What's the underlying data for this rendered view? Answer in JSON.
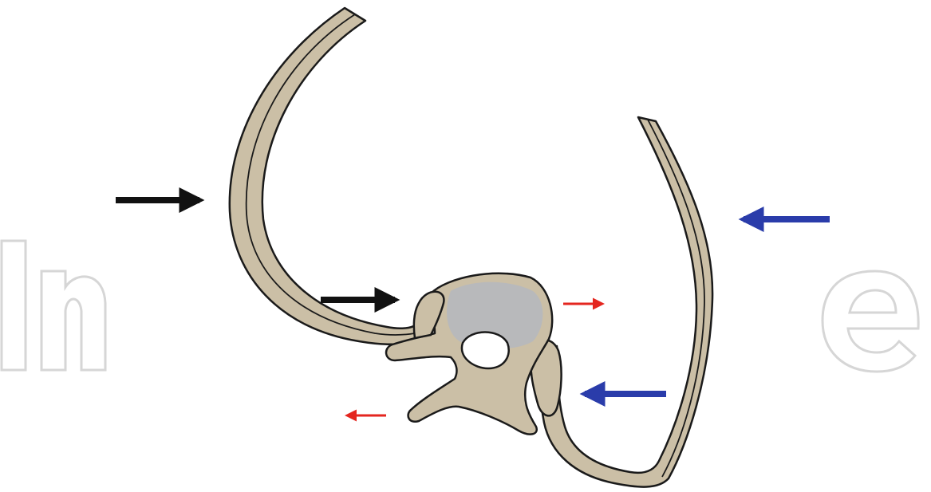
{
  "figure": {
    "kind": "illustration",
    "colors": {
      "bone": "#cbbfa6",
      "outline": "#1a1a1a",
      "vertebral_body": "#b8b9bb",
      "force_black": "#111111",
      "force_blue": "#2a3caa",
      "motion_red": "#e4261f",
      "watermark": "#d6d6d6"
    },
    "parts": [
      "left-rib",
      "right-rib",
      "vertebra",
      "vertebral-body",
      "spinal-canal",
      "spinous-process",
      "right-transverse-process",
      "left-transverse-process"
    ],
    "arrows": [
      {
        "name": "black-arrow-left-rib",
        "color": "force_black",
        "points": "right"
      },
      {
        "name": "black-arrow-vertebra",
        "color": "force_black",
        "points": "right"
      },
      {
        "name": "blue-arrow-right-rib",
        "color": "force_blue",
        "points": "left"
      },
      {
        "name": "blue-arrow-vertebra",
        "color": "force_blue",
        "points": "left"
      },
      {
        "name": "red-arrow-right",
        "color": "motion_red",
        "points": "right"
      },
      {
        "name": "red-arrow-left",
        "color": "motion_red",
        "points": "left"
      }
    ]
  }
}
